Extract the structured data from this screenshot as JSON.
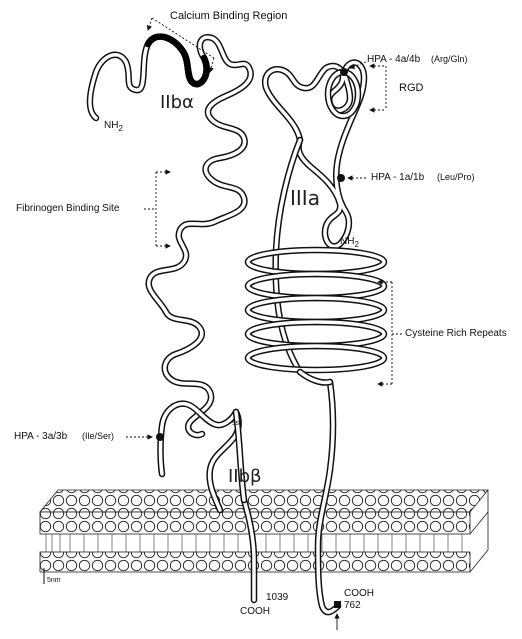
{
  "labels": {
    "calcium_binding_region": "Calcium Binding Region",
    "hpa_4a4b": "HPA - 4a/4b",
    "arg_gln": "(Arg/Gln)",
    "rgd": "RGD",
    "hpa_1a1b": "HPA - 1a/1b",
    "leu_pro": "(Leu/Pro)",
    "fibrinogen_binding_site": "Fibrinogen Binding Site",
    "cysteine_rich_repeats": "Cysteine Rich Repeats",
    "hpa_3a3b": "HPA - 3a/3b",
    "ile_ser": "(Ile/Ser)",
    "iib_alpha": "IIbα",
    "iiia": "IIIa",
    "iib_beta": "IIbβ",
    "nh2_left": "NH2",
    "nh2_right": "NH2",
    "ss": "ss",
    "cooh_left": "COOH",
    "residue_1039": "1039",
    "cooh_right": "COOH",
    "residue_762": "762"
  },
  "colors": {
    "chain_outline": "#111111",
    "chain_fill": "#ffffff",
    "calcium_highlight": "#000000",
    "membrane_stroke": "#222222"
  }
}
